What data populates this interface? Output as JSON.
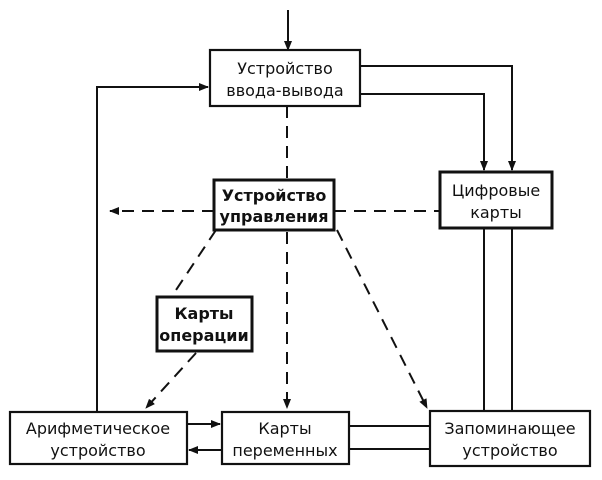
{
  "nodes": {
    "io_device": {
      "line1": "Устройство",
      "line2": "ввода-вывода"
    },
    "control_unit": {
      "line1": "Устройство",
      "line2": "управления"
    },
    "digital_cards": {
      "line1": "Цифровые",
      "line2": "карты"
    },
    "op_cards": {
      "line1": "Карты",
      "line2": "операции"
    },
    "alu": {
      "line1": "Арифметическое",
      "line2": "устройство"
    },
    "var_cards": {
      "line1": "Карты",
      "line2": "переменных"
    },
    "memory": {
      "line1": "Запоминающее",
      "line2": "устройство"
    }
  }
}
